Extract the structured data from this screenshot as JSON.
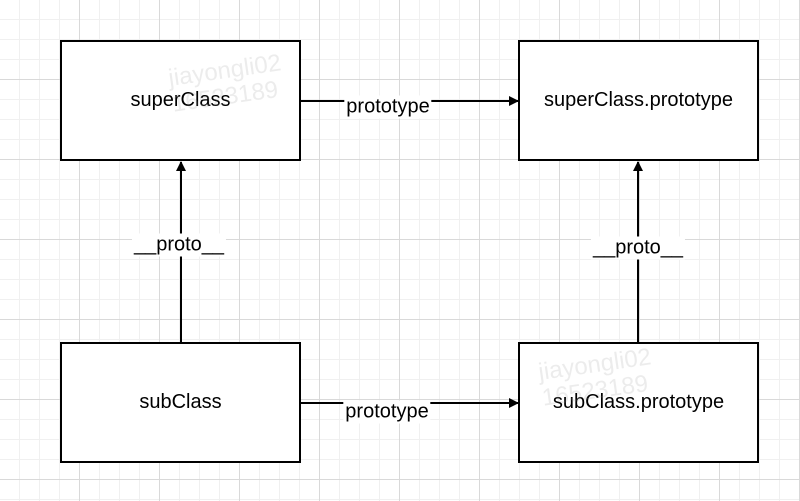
{
  "diagram": {
    "nodes": {
      "super_class": "superClass",
      "super_class_prototype": "superClass.prototype",
      "sub_class": "subClass",
      "sub_class_prototype": "subClass.prototype"
    },
    "edges": {
      "super_prototype": "prototype",
      "sub_prototype": "prototype",
      "sub_proto": "__proto__",
      "subproto_proto": "__proto__"
    }
  },
  "watermark": {
    "line1": "jiayongli02",
    "line2": "16523189"
  },
  "colors": {
    "line": "#000000",
    "grid": "#d9d9d9",
    "background": "#ffffff"
  }
}
